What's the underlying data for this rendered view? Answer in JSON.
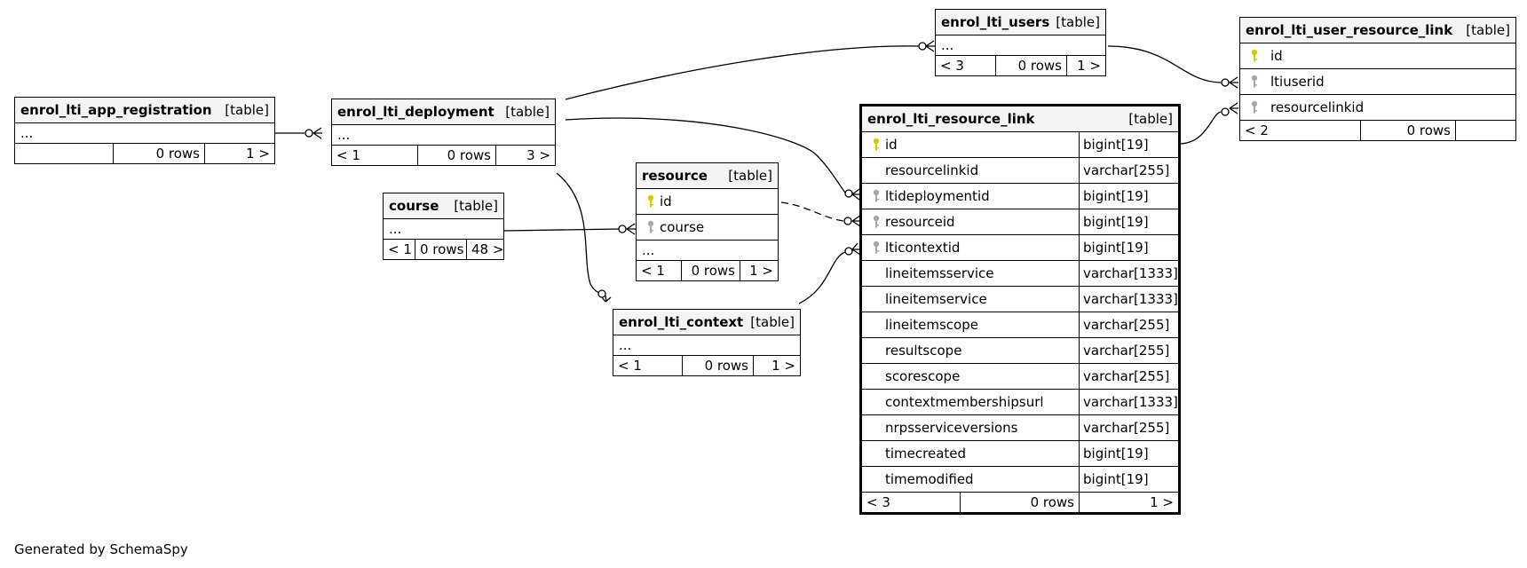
{
  "tables": {
    "app_registration": {
      "name": "enrol_lti_app_registration",
      "type": "[table]",
      "ellipsis": "...",
      "foot": [
        "",
        "0 rows",
        "1 >"
      ]
    },
    "deployment": {
      "name": "enrol_lti_deployment",
      "type": "[table]",
      "ellipsis": "...",
      "foot": [
        "< 1",
        "0 rows",
        "3 >"
      ]
    },
    "course": {
      "name": "course",
      "type": "[table]",
      "ellipsis": "...",
      "foot": [
        "< 1",
        "0 rows",
        "48 >"
      ]
    },
    "resource": {
      "name": "resource",
      "type": "[table]",
      "columns": [
        {
          "name": "id",
          "key": "primary"
        },
        {
          "name": "course",
          "key": "foreign"
        }
      ],
      "ellipsis": "...",
      "foot": [
        "< 1",
        "0 rows",
        "1 >"
      ]
    },
    "context": {
      "name": "enrol_lti_context",
      "type": "[table]",
      "ellipsis": "...",
      "foot": [
        "< 1",
        "0 rows",
        "1 >"
      ]
    },
    "users": {
      "name": "enrol_lti_users",
      "type": "[table]",
      "ellipsis": "...",
      "foot": [
        "< 3",
        "0 rows",
        "1 >"
      ]
    },
    "user_resource_link": {
      "name": "enrol_lti_user_resource_link",
      "type": "[table]",
      "columns": [
        {
          "name": "id",
          "key": "primary"
        },
        {
          "name": "ltiuserid",
          "key": "foreign"
        },
        {
          "name": "resourcelinkid",
          "key": "foreign"
        }
      ],
      "foot": [
        "< 2",
        "0 rows",
        ""
      ]
    },
    "resource_link": {
      "name": "enrol_lti_resource_link",
      "type": "[table]",
      "columns": [
        {
          "name": "id",
          "datatype": "bigint[19]",
          "key": "primary"
        },
        {
          "name": "resourcelinkid",
          "datatype": "varchar[255]",
          "key": ""
        },
        {
          "name": "ltideploymentid",
          "datatype": "bigint[19]",
          "key": "foreign"
        },
        {
          "name": "resourceid",
          "datatype": "bigint[19]",
          "key": "foreign"
        },
        {
          "name": "lticontextid",
          "datatype": "bigint[19]",
          "key": "foreign"
        },
        {
          "name": "lineitemsservice",
          "datatype": "varchar[1333]",
          "key": ""
        },
        {
          "name": "lineitemservice",
          "datatype": "varchar[1333]",
          "key": ""
        },
        {
          "name": "lineitemscope",
          "datatype": "varchar[255]",
          "key": ""
        },
        {
          "name": "resultscope",
          "datatype": "varchar[255]",
          "key": ""
        },
        {
          "name": "scorescope",
          "datatype": "varchar[255]",
          "key": ""
        },
        {
          "name": "contextmembershipsurl",
          "datatype": "varchar[1333]",
          "key": ""
        },
        {
          "name": "nrpsserviceversions",
          "datatype": "varchar[255]",
          "key": ""
        },
        {
          "name": "timecreated",
          "datatype": "bigint[19]",
          "key": ""
        },
        {
          "name": "timemodified",
          "datatype": "bigint[19]",
          "key": ""
        }
      ],
      "foot": [
        "< 3",
        "0 rows",
        "1 >"
      ]
    }
  },
  "footer": "Generated by SchemaSpy",
  "colors": {
    "primary_key": "#e0c800",
    "foreign_key": "#a8a8a8",
    "header_bg": "#f4f4f4"
  }
}
